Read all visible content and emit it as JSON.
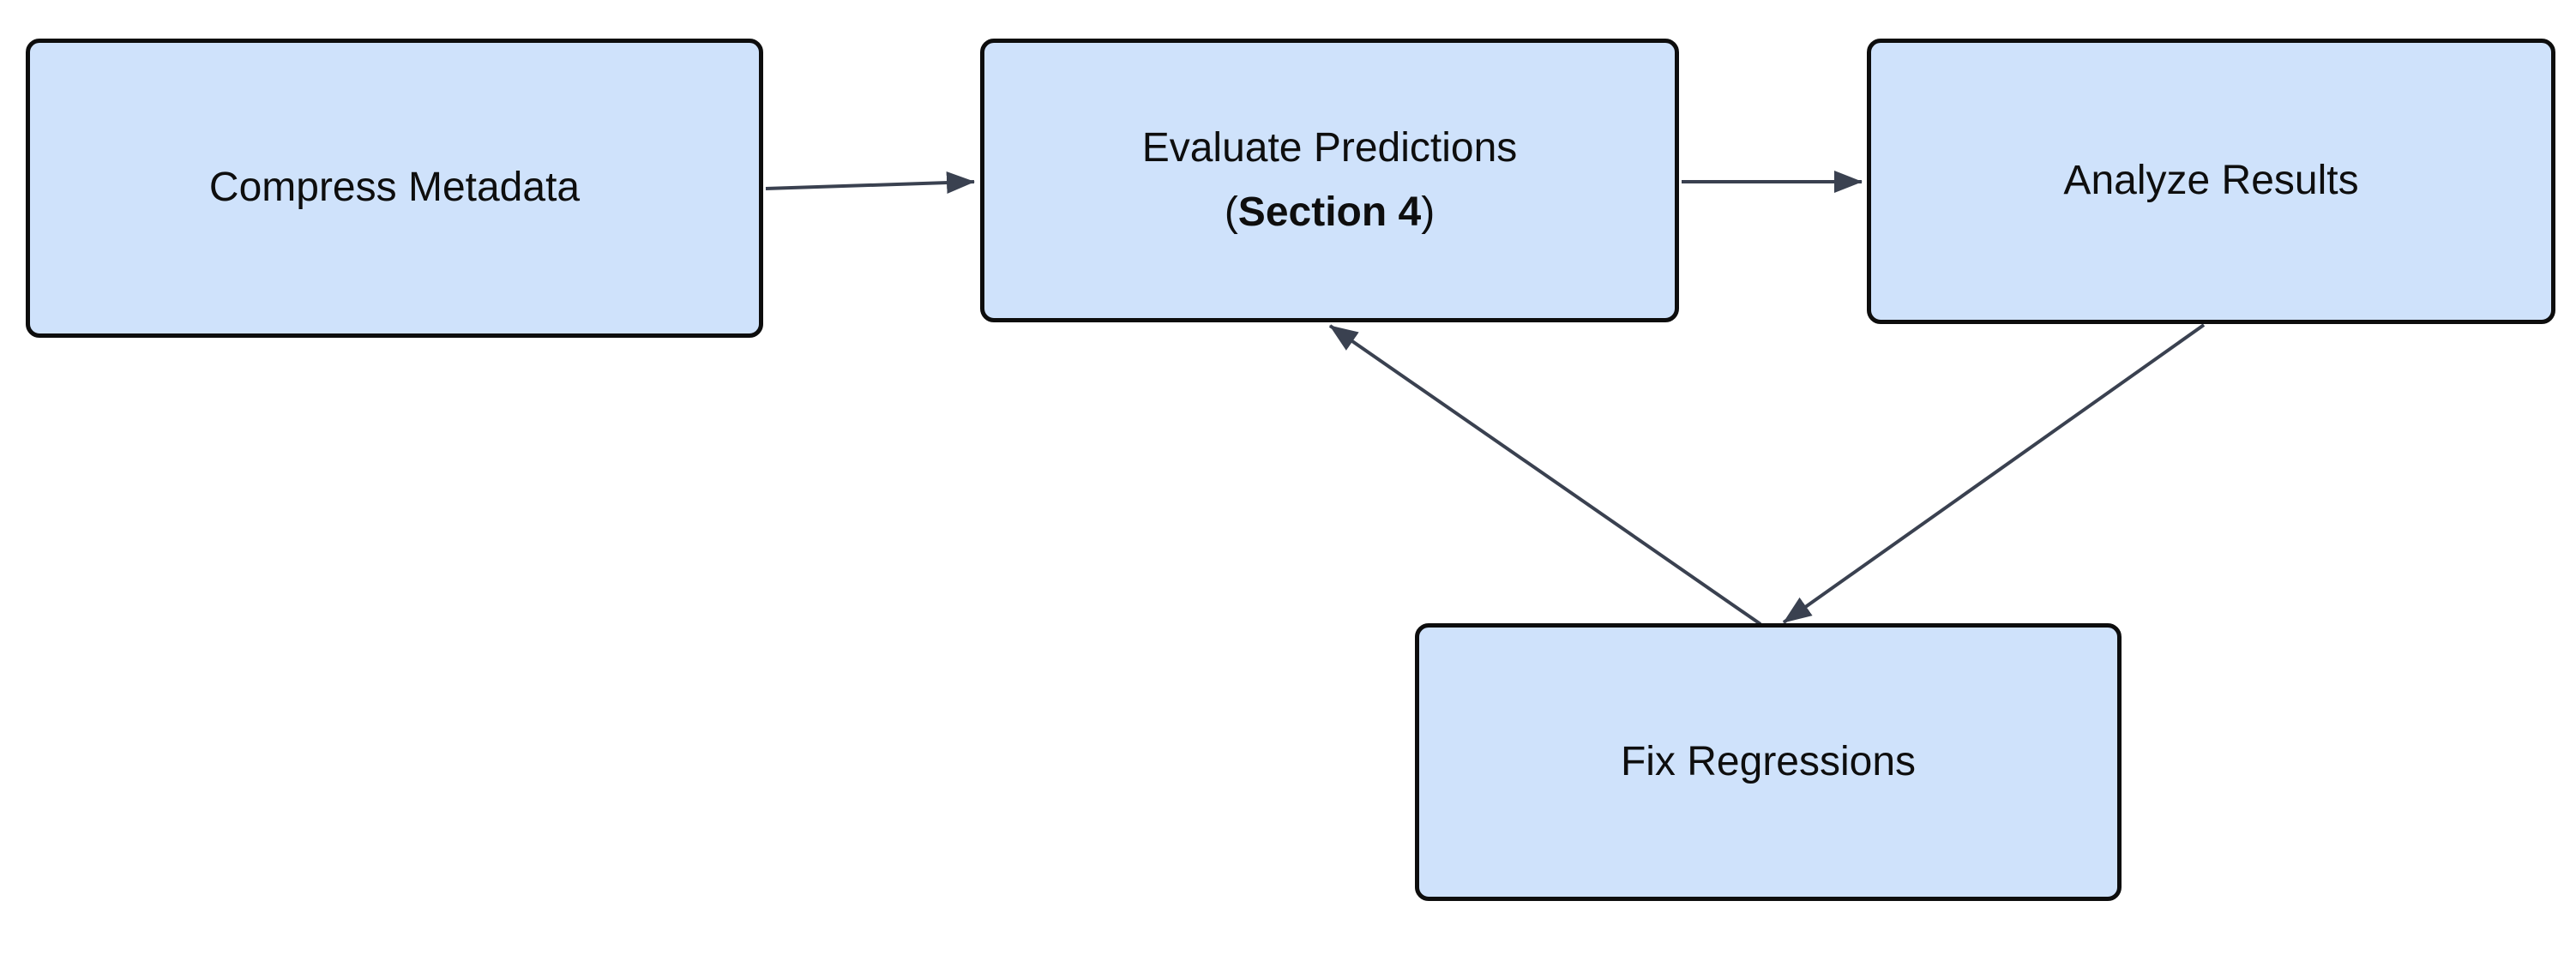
{
  "diagram": {
    "type": "flowchart",
    "nodes": [
      {
        "id": "compress",
        "label": "Compress Metadata"
      },
      {
        "id": "evaluate",
        "label_line1": "Evaluate Predictions",
        "label_line2_prefix": "(",
        "label_line2_bold": "Section 4",
        "label_line2_suffix": ")"
      },
      {
        "id": "analyze",
        "label": "Analyze Results"
      },
      {
        "id": "fix",
        "label": "Fix Regressions"
      }
    ],
    "edges": [
      {
        "from": "compress",
        "to": "evaluate"
      },
      {
        "from": "evaluate",
        "to": "analyze"
      },
      {
        "from": "analyze",
        "to": "fix"
      },
      {
        "from": "fix",
        "to": "evaluate"
      }
    ],
    "colors": {
      "node_fill": "#cfe2fb",
      "node_border": "#0d0d0d",
      "edge": "#3a4150",
      "text": "#0e0e0e",
      "background": "#ffffff"
    }
  }
}
